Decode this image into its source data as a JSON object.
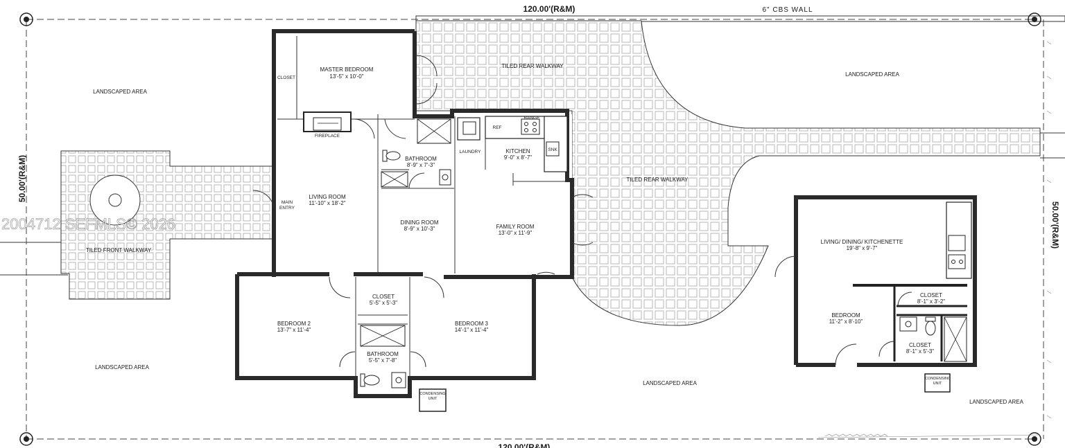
{
  "dimensions": {
    "top": "120.00'(R&M)",
    "bottom": "120.00'(R&M)",
    "left": "50.00'(R&M)",
    "right": "50.00'(R&M)",
    "wall_note": "6\" CBS WALL"
  },
  "watermark": "2004712 SEFMLS© 2026",
  "main_house": {
    "master_bedroom": {
      "name": "MASTER BEDROOM",
      "size": "13'-5\" x 10'-0\""
    },
    "closet_master": "CLOSET",
    "fireplace": "FIREPLACE",
    "bathroom_1": {
      "name": "BATHROOM",
      "size": "8'-9\" x 7'-3\""
    },
    "laundry": "LAUNDRY",
    "kitchen": {
      "name": "KITCHEN",
      "size": "9'-0\" x 8'-7\""
    },
    "ref": "REF",
    "range": "RANGE",
    "sink": "SNK",
    "living_room": {
      "name": "LIVING ROOM",
      "size": "11'-10\" x 18'-2\""
    },
    "main_entry": "MAIN ENTRY",
    "dining_room": {
      "name": "DINING ROOM",
      "size": "8'-9\" x 10'-3\""
    },
    "family_room": {
      "name": "FAMILY ROOM",
      "size": "13'-0\" x 11'-9\""
    },
    "bedroom_2": {
      "name": "BEDROOM 2",
      "size": "13'-7\" x 11'-4\""
    },
    "bedroom_3": {
      "name": "BEDROOM 3",
      "size": "14'-1\" x 11'-4\""
    },
    "closet_hall": {
      "name": "CLOSET",
      "size": "5'-5\" x 5'-3\""
    },
    "bathroom_2": {
      "name": "BATHROOM",
      "size": "5'-5\" x 7'-8\""
    },
    "condensing_unit": "CONDENSING UNIT"
  },
  "guest_house": {
    "living": {
      "name": "LIVING/ DINING/ KITCHENETTE",
      "size": "19'-8\" x 9'-7\""
    },
    "closet_1": {
      "name": "CLOSET",
      "size": "8'-1\" x 3'-2\""
    },
    "bedroom": {
      "name": "BEDROOM",
      "size": "11'-2\" x 8'-10\""
    },
    "closet_2": {
      "name": "CLOSET",
      "size": "8'-1\" x 5'-3\""
    },
    "condensing_unit": "CONDENSING UNIT"
  },
  "site": {
    "landscaped_area": "LANDSCAPED AREA",
    "tiled_rear_walkway": "TILED REAR WALKWAY",
    "tiled_front_walkway": "TILED FRONT WALKWAY"
  }
}
